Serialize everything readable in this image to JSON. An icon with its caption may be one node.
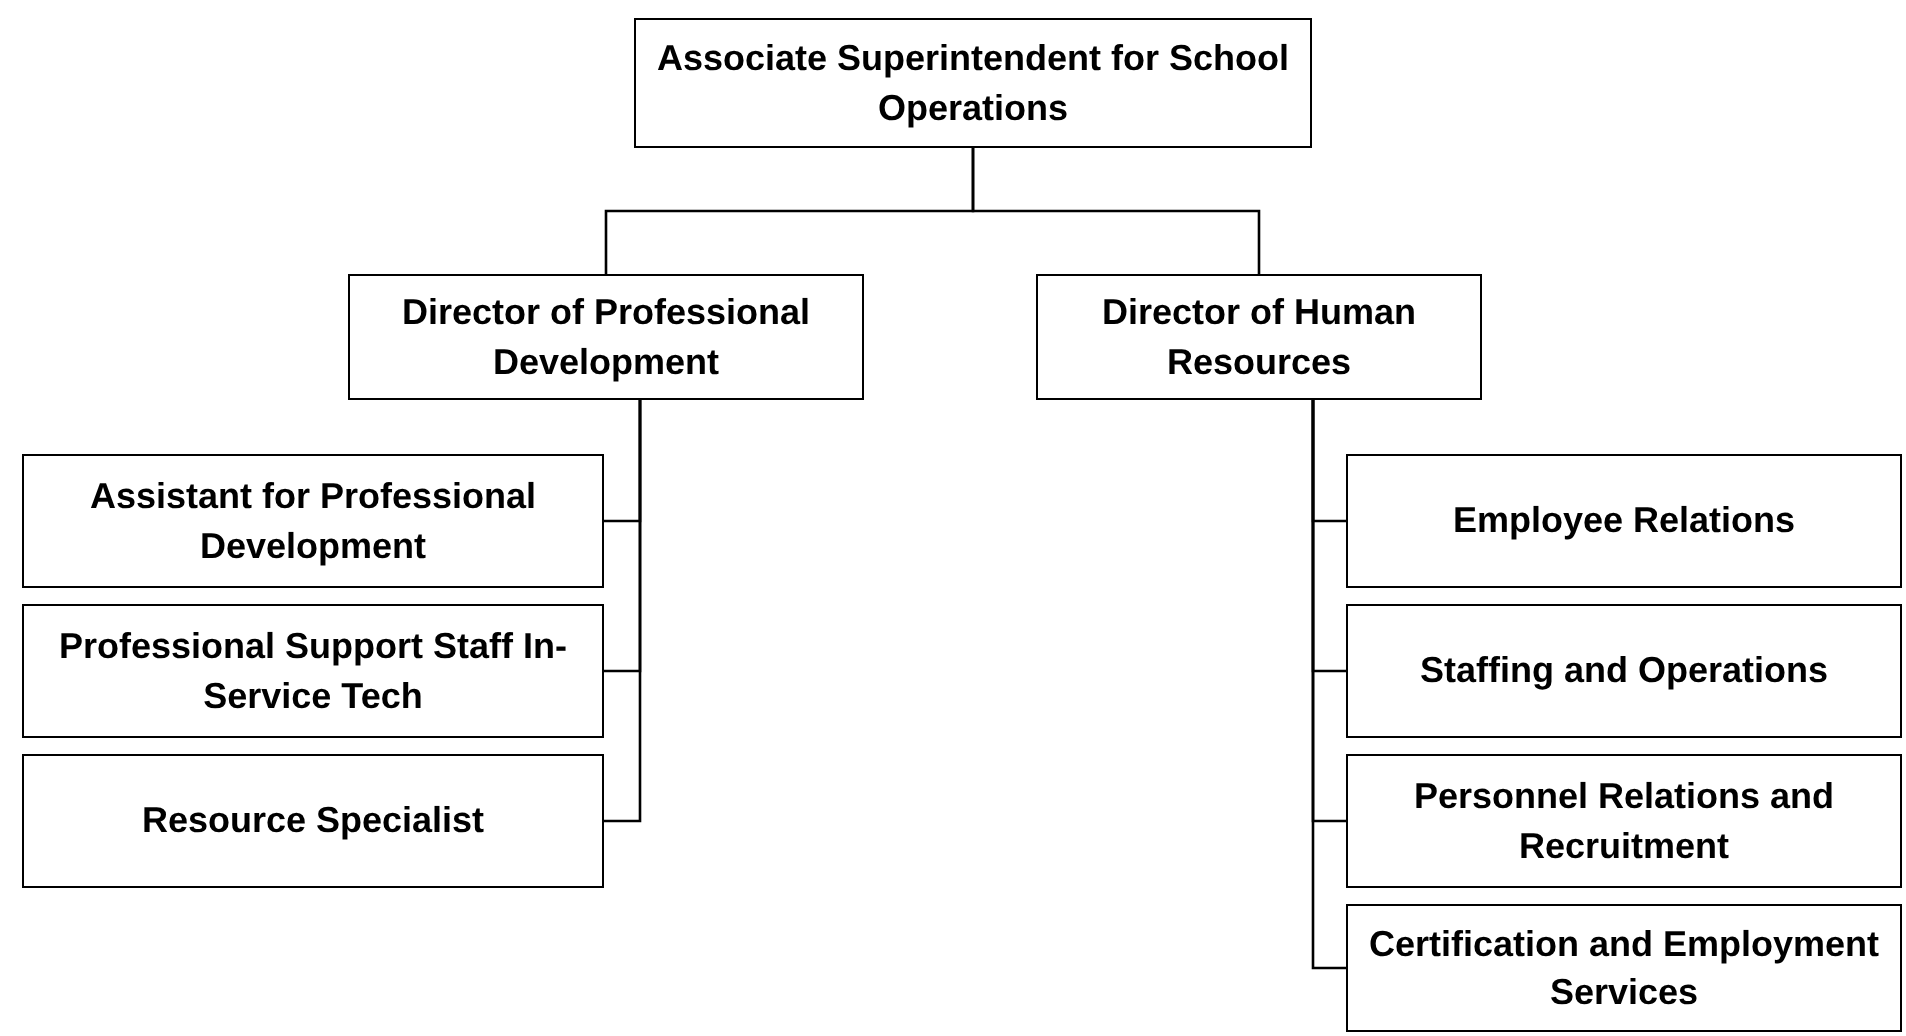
{
  "diagram": {
    "nodes": [
      {
        "text": [
          "Associate Superintendent for School Operations"
        ]
      },
      {
        "text": [
          "Director of Professional Development"
        ]
      },
      {
        "text": [
          "Director of Human Resources"
        ]
      },
      {
        "text": [
          "Assistant for Professional Development"
        ]
      },
      {
        "text": [
          "Professional Support Staff In-Service Tech"
        ]
      },
      {
        "text": [
          "Resource Specialist"
        ]
      },
      {
        "text": [
          "Employee Relations"
        ]
      },
      {
        "text": [
          "Staffing and Operations"
        ]
      },
      {
        "text": [
          "Personnel Relations and Recruitment"
        ]
      },
      {
        "text": [
          "Certification and Employment Services"
        ]
      }
    ],
    "edges": [
      {
        "from": 0,
        "to": 1,
        "arrow": "none"
      },
      {
        "from": 0,
        "to": 2,
        "arrow": "none"
      },
      {
        "from": 1,
        "to": 3,
        "arrow": "none"
      },
      {
        "from": 1,
        "to": 4,
        "arrow": "none"
      },
      {
        "from": 1,
        "to": 5,
        "arrow": "none"
      },
      {
        "from": 2,
        "to": 6,
        "arrow": "none"
      },
      {
        "from": 2,
        "to": 7,
        "arrow": "none"
      },
      {
        "from": 2,
        "to": 8,
        "arrow": "none"
      },
      {
        "from": 2,
        "to": 9,
        "arrow": "none"
      }
    ]
  }
}
